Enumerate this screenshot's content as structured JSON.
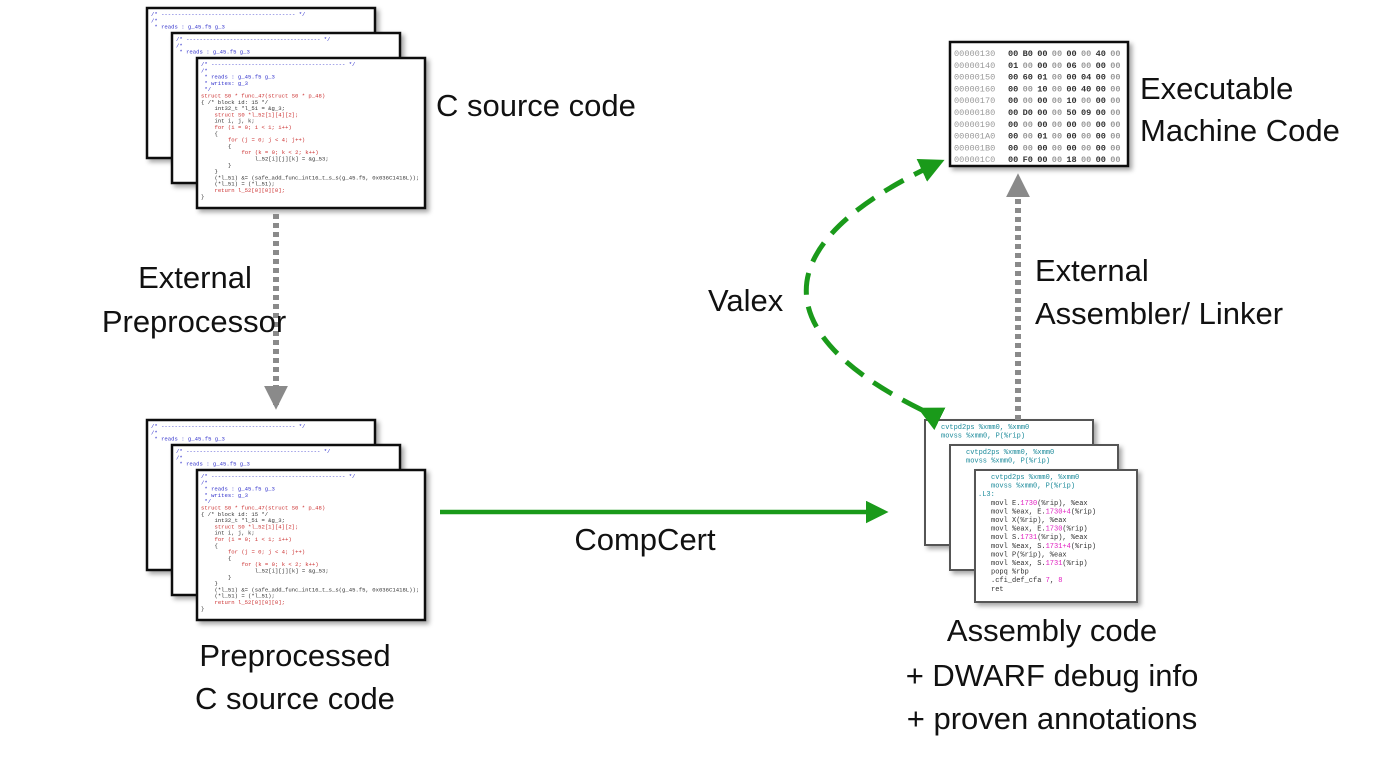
{
  "labels": {
    "c_source": "C source code",
    "ext_pre_1": "External",
    "ext_pre_2": "Preprocessor",
    "preproc_1": "Preprocessed",
    "preproc_2": "C source code",
    "compcert": "CompCert",
    "valex": "Valex",
    "asm_1": "Assembly code",
    "asm_2": "+ DWARF debug info",
    "asm_3": "+ proven annotations",
    "exec_1": "Executable",
    "exec_2": "Machine Code",
    "ext_asm_1": "External",
    "ext_asm_2": "Assembler/ Linker"
  },
  "colors": {
    "green_arrow": "#1a9a1a",
    "gray_arrow": "#8a8a8a",
    "code_blue": "#3333cc",
    "code_red": "#cc3333",
    "asm_teal": "#1a8a9a",
    "asm_magenta": "#e020c0"
  },
  "c_code": [
    "/* ---------------------------------------- */",
    "/*",
    " * reads : g_45.f5 g_3",
    " * writes: g_3",
    " */",
    "struct S0 * func_47(struct S0 * p_48)",
    "{ /* block id: 15 */",
    "    int32_t *l_51 = &g_3;",
    "    struct S0 *l_52[1][4][2];",
    "    int i, j, k;",
    "    for (i = 0; i < 1; i++)",
    "    {",
    "        for (j = 0; j < 4; j++)",
    "        {",
    "            for (k = 0; k < 2; k++)",
    "                l_52[i][j][k] = &g_53;",
    "        }",
    "    }",
    "    (*l_51) &= (safe_add_func_int16_t_s_s(g_45.f5, 0x036C1418L));",
    "    (*l_51) = (*l_51);",
    "    return l_52[0][0][0];",
    "}"
  ],
  "asm_code": [
    "        cvtpd2ps        %xmm0, %xmm0",
    "        movss    %xmm0, P(%rip)",
    ".L3:",
    "        movl     E.1730(%rip), %eax",
    "        movl     %eax, E.1730+4(%rip)",
    "        movl     X(%rip), %eax",
    "        movl     %eax, E.1730(%rip)",
    "        movl     S.1731(%rip), %eax",
    "        movl     %eax, S.1731+4(%rip)",
    "        movl     P(%rip), %eax",
    "        movl     %eax, S.1731(%rip)",
    "        popq     %rbp",
    "        .cfi_def_cfa 7, 8",
    "        ret"
  ],
  "hex_dump": [
    {
      "addr": "00000130",
      "bytes": "00 B0 00 00 00 00 40 00"
    },
    {
      "addr": "00000140",
      "bytes": "01 00 00 00 06 00 00 00"
    },
    {
      "addr": "00000150",
      "bytes": "00 60 01 00 00 04 00 00"
    },
    {
      "addr": "00000160",
      "bytes": "00 00 10 00 00 40 00 00"
    },
    {
      "addr": "00000170",
      "bytes": "00 00 00 00 10 00 00 00"
    },
    {
      "addr": "00000180",
      "bytes": "00 D0 00 00 50 09 00 00"
    },
    {
      "addr": "00000190",
      "bytes": "00 00 00 00 00 00 00 00"
    },
    {
      "addr": "000001A0",
      "bytes": "00 00 01 00 00 00 00 00"
    },
    {
      "addr": "000001B0",
      "bytes": "00 00 00 00 00 00 00 00"
    },
    {
      "addr": "000001C0",
      "bytes": "00 F0 00 00 18 00 00 00"
    }
  ]
}
